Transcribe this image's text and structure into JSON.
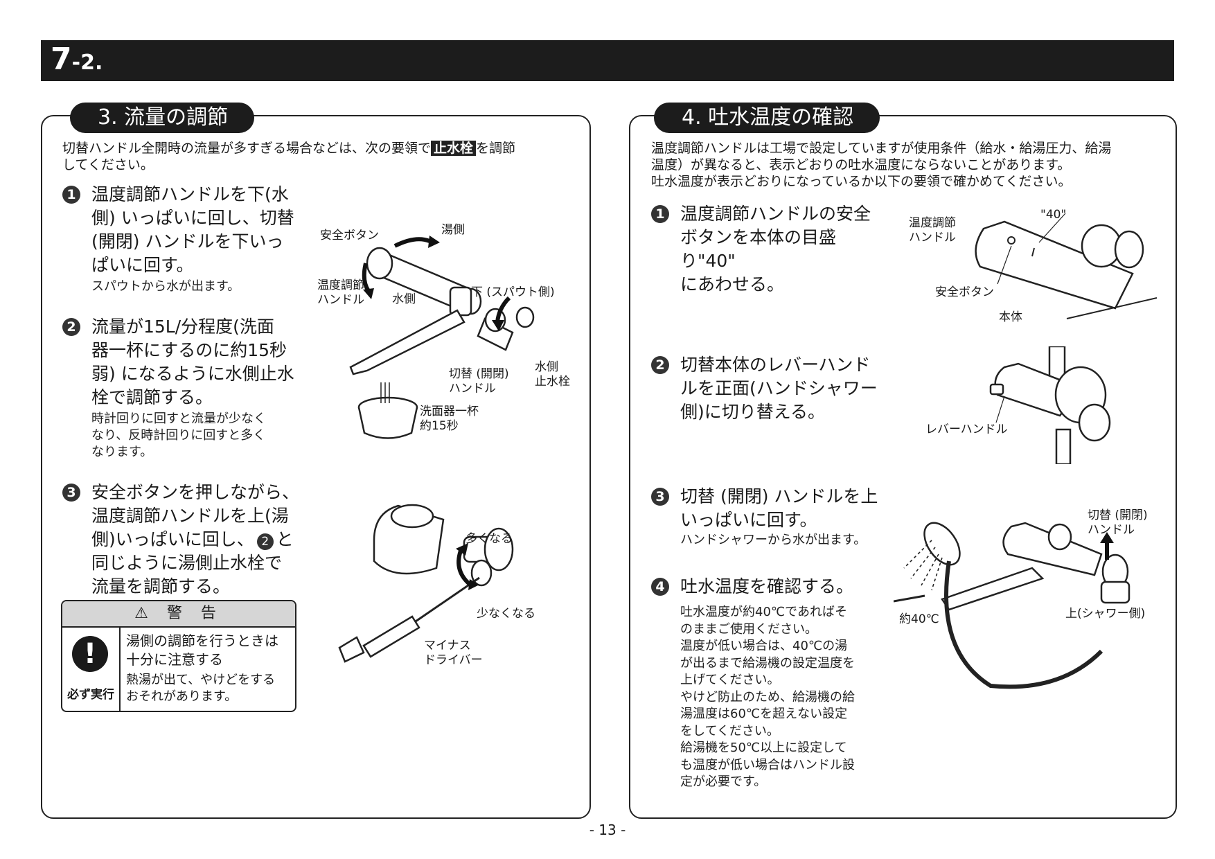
{
  "header": {
    "section": "7",
    "sub": "-2."
  },
  "left": {
    "tab": "3. 流量の調節",
    "intro_a": "切替ハンドル全開時の流量が多すぎる場合などは、次の要領で",
    "intro_hl": "止水栓",
    "intro_b": "を調節",
    "intro_c": "してください。",
    "steps": [
      {
        "num": "1",
        "l1": "温度調節ハンドルを下(水",
        "l2": "側) いっぱいに回し、切替",
        "l3": "(開閉) ハンドルを下いっ",
        "l4": "ぱいに回す。",
        "note": "スパウトから水が出ます。"
      },
      {
        "num": "2",
        "l1": "流量が15L/分程度(洗面",
        "l2": "器一杯にするのに約15秒",
        "l3": "弱) になるように水側止水",
        "l4": "栓で調節する。",
        "n1": "時計回りに回すと流量が少なく",
        "n2": "なり、反時計回りに回すと多く",
        "n3": "なります。"
      },
      {
        "num": "3",
        "l1": "安全ボタンを押しながら、",
        "l2": "温度調節ハンドルを上(湯",
        "l3": "側)いっぱいに回し、",
        "l3b": "と",
        "ref": "2",
        "l4": "同じように湯側止水栓で",
        "l5": "流量を調節する。"
      }
    ],
    "warning": {
      "title": "⚠ 警 告",
      "label": "必ず実行",
      "t1a": "湯側の調節を行うときは",
      "t1b": "十分に注意する",
      "t2a": "熱湯が出て、やけどをする",
      "t2b": "おそれがあります。"
    },
    "fig1": {
      "safety_button": "安全ボタン",
      "hot_side": "湯側",
      "temp_handle_a": "温度調節",
      "temp_handle_b": "ハンドル",
      "water_side": "水側",
      "down_spout": "下 (スパウト側)",
      "switch_a": "切替 (開閉)",
      "switch_b": "ハンドル",
      "valve_a": "水側",
      "valve_b": "止水栓",
      "basin_a": "洗面器一杯",
      "basin_b": "約15秒"
    },
    "fig2": {
      "more": "多くなる",
      "less": "少なくなる",
      "driver_a": "マイナス",
      "driver_b": "ドライバー"
    }
  },
  "right": {
    "tab": "4. 吐水温度の確認",
    "intro1": "温度調節ハンドルは工場で設定していますが使用条件（給水・給湯圧力、給湯",
    "intro2": "温度）が異なると、表示どおりの吐水温度にならないことがあります。",
    "intro3": "吐水温度が表示どおりになっているか以下の要領で確かめてください。",
    "steps": [
      {
        "num": "1",
        "l1": "温度調節ハンドルの安全",
        "l2": "ボタンを本体の目盛り\"40\"",
        "l3": "にあわせる。"
      },
      {
        "num": "2",
        "l1": "切替本体のレバーハンド",
        "l2": "ルを正面(ハンドシャワー",
        "l3": "側)に切り替える。"
      },
      {
        "num": "3",
        "l1": "切替 (開閉) ハンドルを上",
        "l2": "いっぱいに回す。",
        "note": "ハンドシャワーから水が出ます。"
      },
      {
        "num": "4",
        "l1": "吐水温度を確認する。",
        "n": [
          "吐水温度が約40℃であればそ",
          "のままご使用ください。",
          "温度が低い場合は、40℃の湯",
          "が出るまで給湯機の設定温度を",
          "上げてください。",
          "やけど防止のため、給湯機の給",
          "湯温度は60℃を超えない設定",
          "をしてください。",
          "給湯機を50℃以上に設定して",
          "も温度が低い場合はハンドル設",
          "定が必要です。"
        ]
      }
    ],
    "fig3": {
      "mark40": "\"40\"",
      "temp_a": "温度調節",
      "temp_b": "ハンドル",
      "safety": "安全ボタン",
      "body": "本体"
    },
    "fig4": {
      "lever": "レバーハンドル"
    },
    "fig5": {
      "switch_a": "切替 (開閉)",
      "switch_b": "ハンドル",
      "up": "上(シャワー側)",
      "approx": "約40℃"
    }
  },
  "footer": {
    "page": "- 13 -"
  }
}
